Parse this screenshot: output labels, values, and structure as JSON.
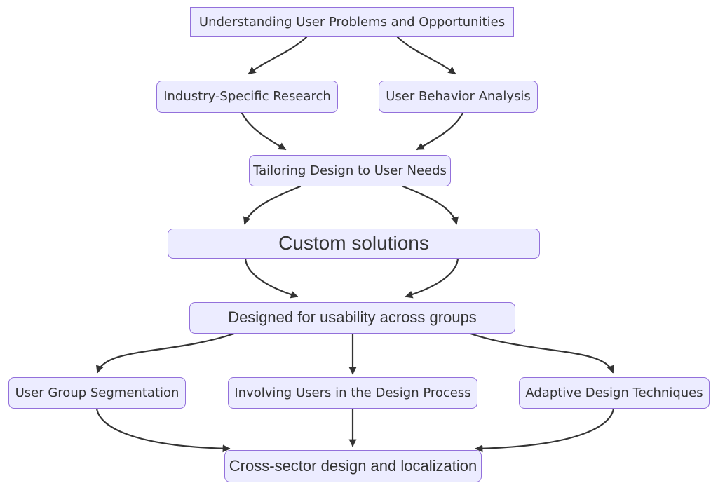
{
  "diagram": {
    "type": "flowchart",
    "direction": "top-down",
    "colors": {
      "background": "#FFFFFF",
      "node_fill": "#ECECFF",
      "node_border": "#9370DB",
      "edge": "#333333",
      "text": "#333333"
    },
    "nodes": [
      {
        "id": "understanding",
        "label": "Understanding User Problems and Opportunities",
        "shape": "rectangle"
      },
      {
        "id": "industry-research",
        "label": "Industry-Specific Research",
        "shape": "rounded"
      },
      {
        "id": "user-behavior",
        "label": "User Behavior Analysis",
        "shape": "rounded"
      },
      {
        "id": "tailoring-design",
        "label": "Tailoring Design to User Needs",
        "shape": "rounded"
      },
      {
        "id": "custom-solutions",
        "label": "Custom solutions",
        "shape": "rounded",
        "emphasis": "large"
      },
      {
        "id": "usability-groups",
        "label": "Designed for usability across groups",
        "shape": "rounded",
        "emphasis": "medium"
      },
      {
        "id": "user-group-segmentation",
        "label": "User Group Segmentation",
        "shape": "rounded"
      },
      {
        "id": "involving-users",
        "label": "Involving Users in the Design Process",
        "shape": "rounded"
      },
      {
        "id": "adaptive-design",
        "label": "Adaptive Design Techniques",
        "shape": "rounded"
      },
      {
        "id": "cross-sector",
        "label": "Cross-sector design and localization",
        "shape": "rounded",
        "emphasis": "medium"
      }
    ],
    "edges": [
      {
        "from": "understanding",
        "to": "industry-research"
      },
      {
        "from": "understanding",
        "to": "user-behavior"
      },
      {
        "from": "industry-research",
        "to": "tailoring-design"
      },
      {
        "from": "user-behavior",
        "to": "tailoring-design"
      },
      {
        "from": "tailoring-design",
        "to": "custom-solutions",
        "side": "left"
      },
      {
        "from": "tailoring-design",
        "to": "custom-solutions",
        "side": "right"
      },
      {
        "from": "custom-solutions",
        "to": "usability-groups",
        "side": "left"
      },
      {
        "from": "custom-solutions",
        "to": "usability-groups",
        "side": "right"
      },
      {
        "from": "usability-groups",
        "to": "user-group-segmentation"
      },
      {
        "from": "usability-groups",
        "to": "involving-users"
      },
      {
        "from": "usability-groups",
        "to": "adaptive-design"
      },
      {
        "from": "user-group-segmentation",
        "to": "cross-sector"
      },
      {
        "from": "involving-users",
        "to": "cross-sector"
      },
      {
        "from": "adaptive-design",
        "to": "cross-sector"
      }
    ]
  }
}
